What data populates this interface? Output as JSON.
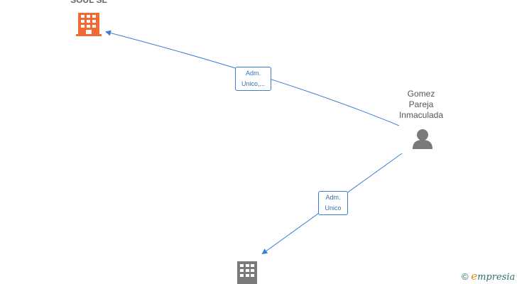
{
  "nodes": {
    "company_top": {
      "label": "SOUL SL",
      "color": "#f06a35"
    },
    "person": {
      "name_lines": [
        "Gomez",
        "Pareja",
        "Inmaculada"
      ],
      "color": "#7a7a7a"
    },
    "company_bottom": {
      "label": "",
      "color": "#7a7a7a"
    }
  },
  "edges": [
    {
      "from": "person",
      "to": "company_top",
      "label_lines": [
        "Adm.",
        "Unico,..."
      ]
    },
    {
      "from": "person",
      "to": "company_bottom",
      "label_lines": [
        "Adm.",
        "Unico"
      ]
    }
  ],
  "edge_color": "#3a7fd0",
  "watermark": {
    "symbol": "©",
    "initial": "e",
    "rest": "mpresia"
  }
}
